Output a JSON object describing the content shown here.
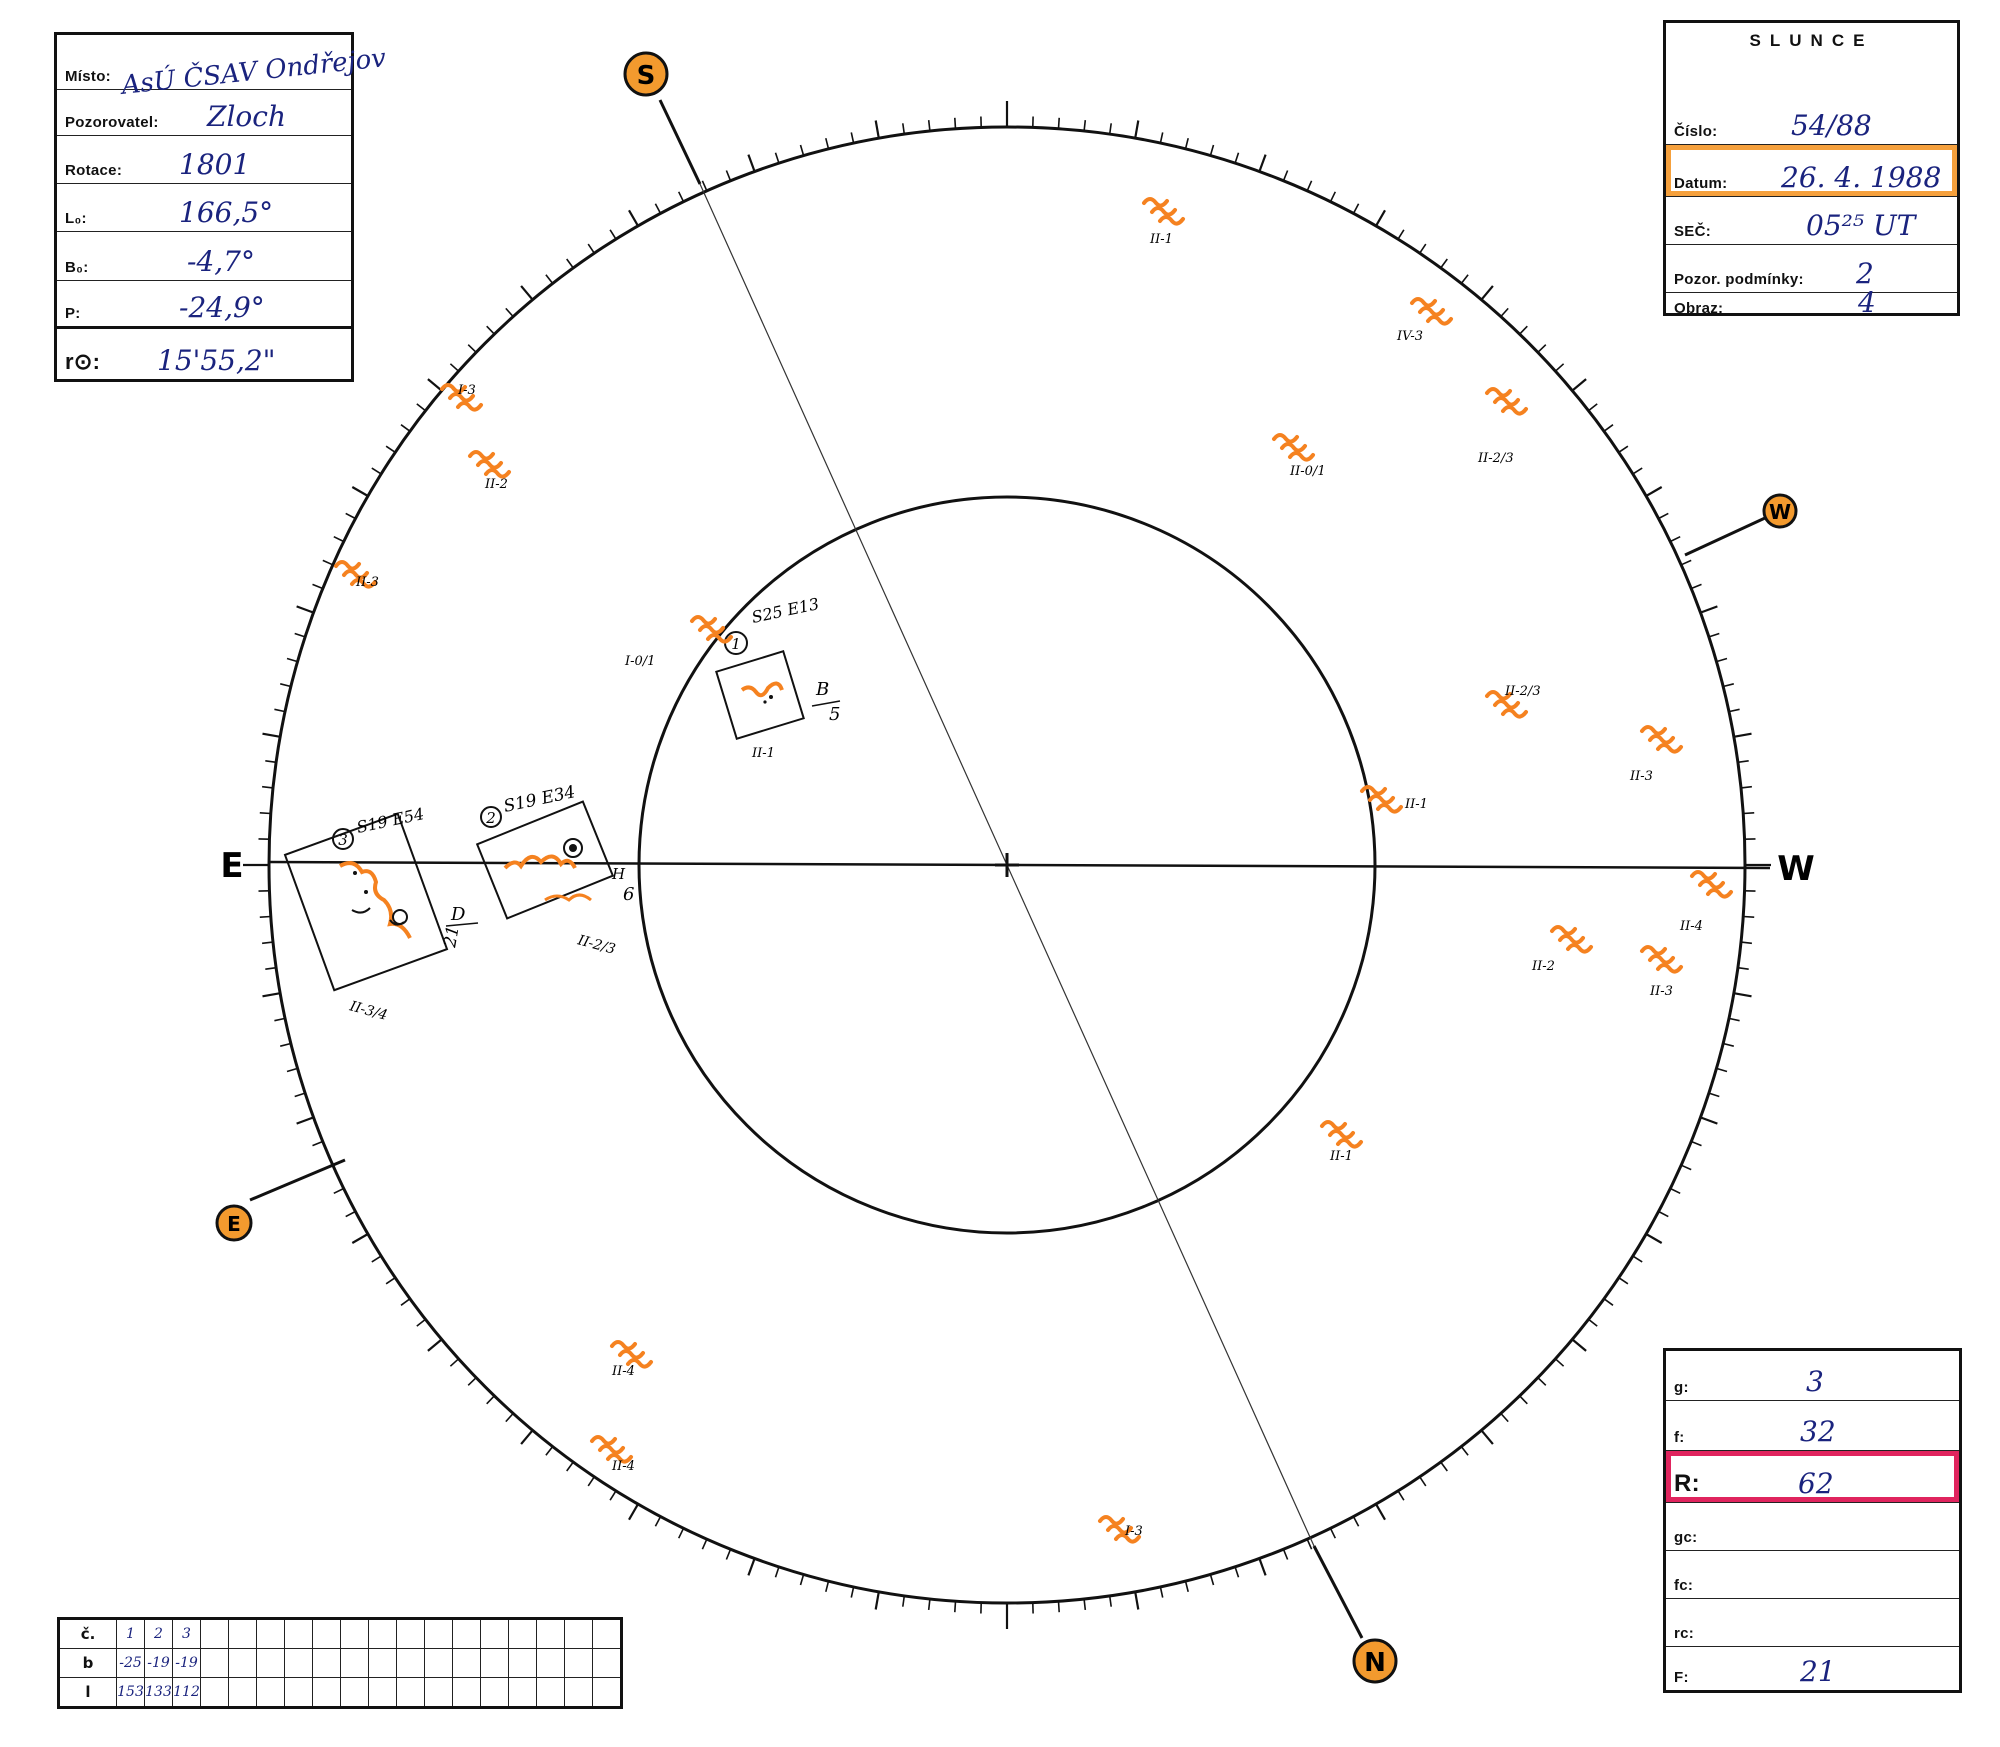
{
  "info_panel": {
    "rows": [
      {
        "label": "Místo:",
        "value": "AsÚ ČSAV Ondřejov"
      },
      {
        "label": "Pozorovatel:",
        "value": "Zloch"
      },
      {
        "label": "Rotace:",
        "value": "1801"
      },
      {
        "label": "L₀:",
        "value": "166,5°"
      },
      {
        "label": "B₀:",
        "value": "-4,7°"
      },
      {
        "label": "P:",
        "value": "-24,9°"
      },
      {
        "label": "r⊙:",
        "value": "15'55,2\""
      }
    ]
  },
  "slunce_panel": {
    "title": "SLUNCE",
    "rows": [
      {
        "label": "Číslo:",
        "value": "54/88"
      },
      {
        "label": "Datum:",
        "value": "26. 4. 1988"
      },
      {
        "label": "SEČ:",
        "value": "05²⁵ UT"
      },
      {
        "label": "Pozor. podmínky:",
        "value": "2"
      },
      {
        "label": "Obraz:",
        "value": "4"
      }
    ],
    "highlight_color": "#f5a03c"
  },
  "counts_panel": {
    "rows": [
      {
        "label": "g:",
        "value": "3"
      },
      {
        "label": "f:",
        "value": "32"
      },
      {
        "label": "R:",
        "value": "62"
      },
      {
        "label": "gc:",
        "value": ""
      },
      {
        "label": "fc:",
        "value": ""
      },
      {
        "label": "rc:",
        "value": ""
      },
      {
        "label": "F:",
        "value": "21"
      }
    ],
    "highlight_color": "#e0245e"
  },
  "bottom_table": {
    "row_labels": [
      "č.",
      "b",
      "l"
    ],
    "columns": [
      {
        "c": "1",
        "b": "-25",
        "l": "153"
      },
      {
        "c": "2",
        "b": "-19",
        "l": "133"
      },
      {
        "c": "3",
        "b": "-19",
        "l": "112"
      }
    ],
    "empty_cols": 15
  },
  "disk": {
    "directions": {
      "east": "E",
      "west": "W",
      "south_marker": "S",
      "north_marker": "N",
      "west_marker": "W",
      "east_marker": "E"
    },
    "marker_color": "#f39a2e",
    "faculae_color": "#f58220",
    "groups": [
      {
        "num": "1",
        "coords": "S25 E13",
        "class": "B",
        "count": "5",
        "note": "II-1"
      },
      {
        "num": "2",
        "coords": "S19 E34",
        "class": "H",
        "count": "6",
        "note": "II-2/3"
      },
      {
        "num": "3",
        "coords": "S19 E54",
        "class": "D",
        "count": "21",
        "note": "II-3/4"
      }
    ],
    "faculae_labels": [
      "II-1",
      "IV-3",
      "II-2/3",
      "II-0/1",
      "I-3",
      "II-2",
      "II-3",
      "I-0/1",
      "II-2/3",
      "II-3",
      "II-1",
      "II-4",
      "II-2",
      "II-3",
      "II-1",
      "II-4",
      "II-4",
      "I-3"
    ]
  }
}
